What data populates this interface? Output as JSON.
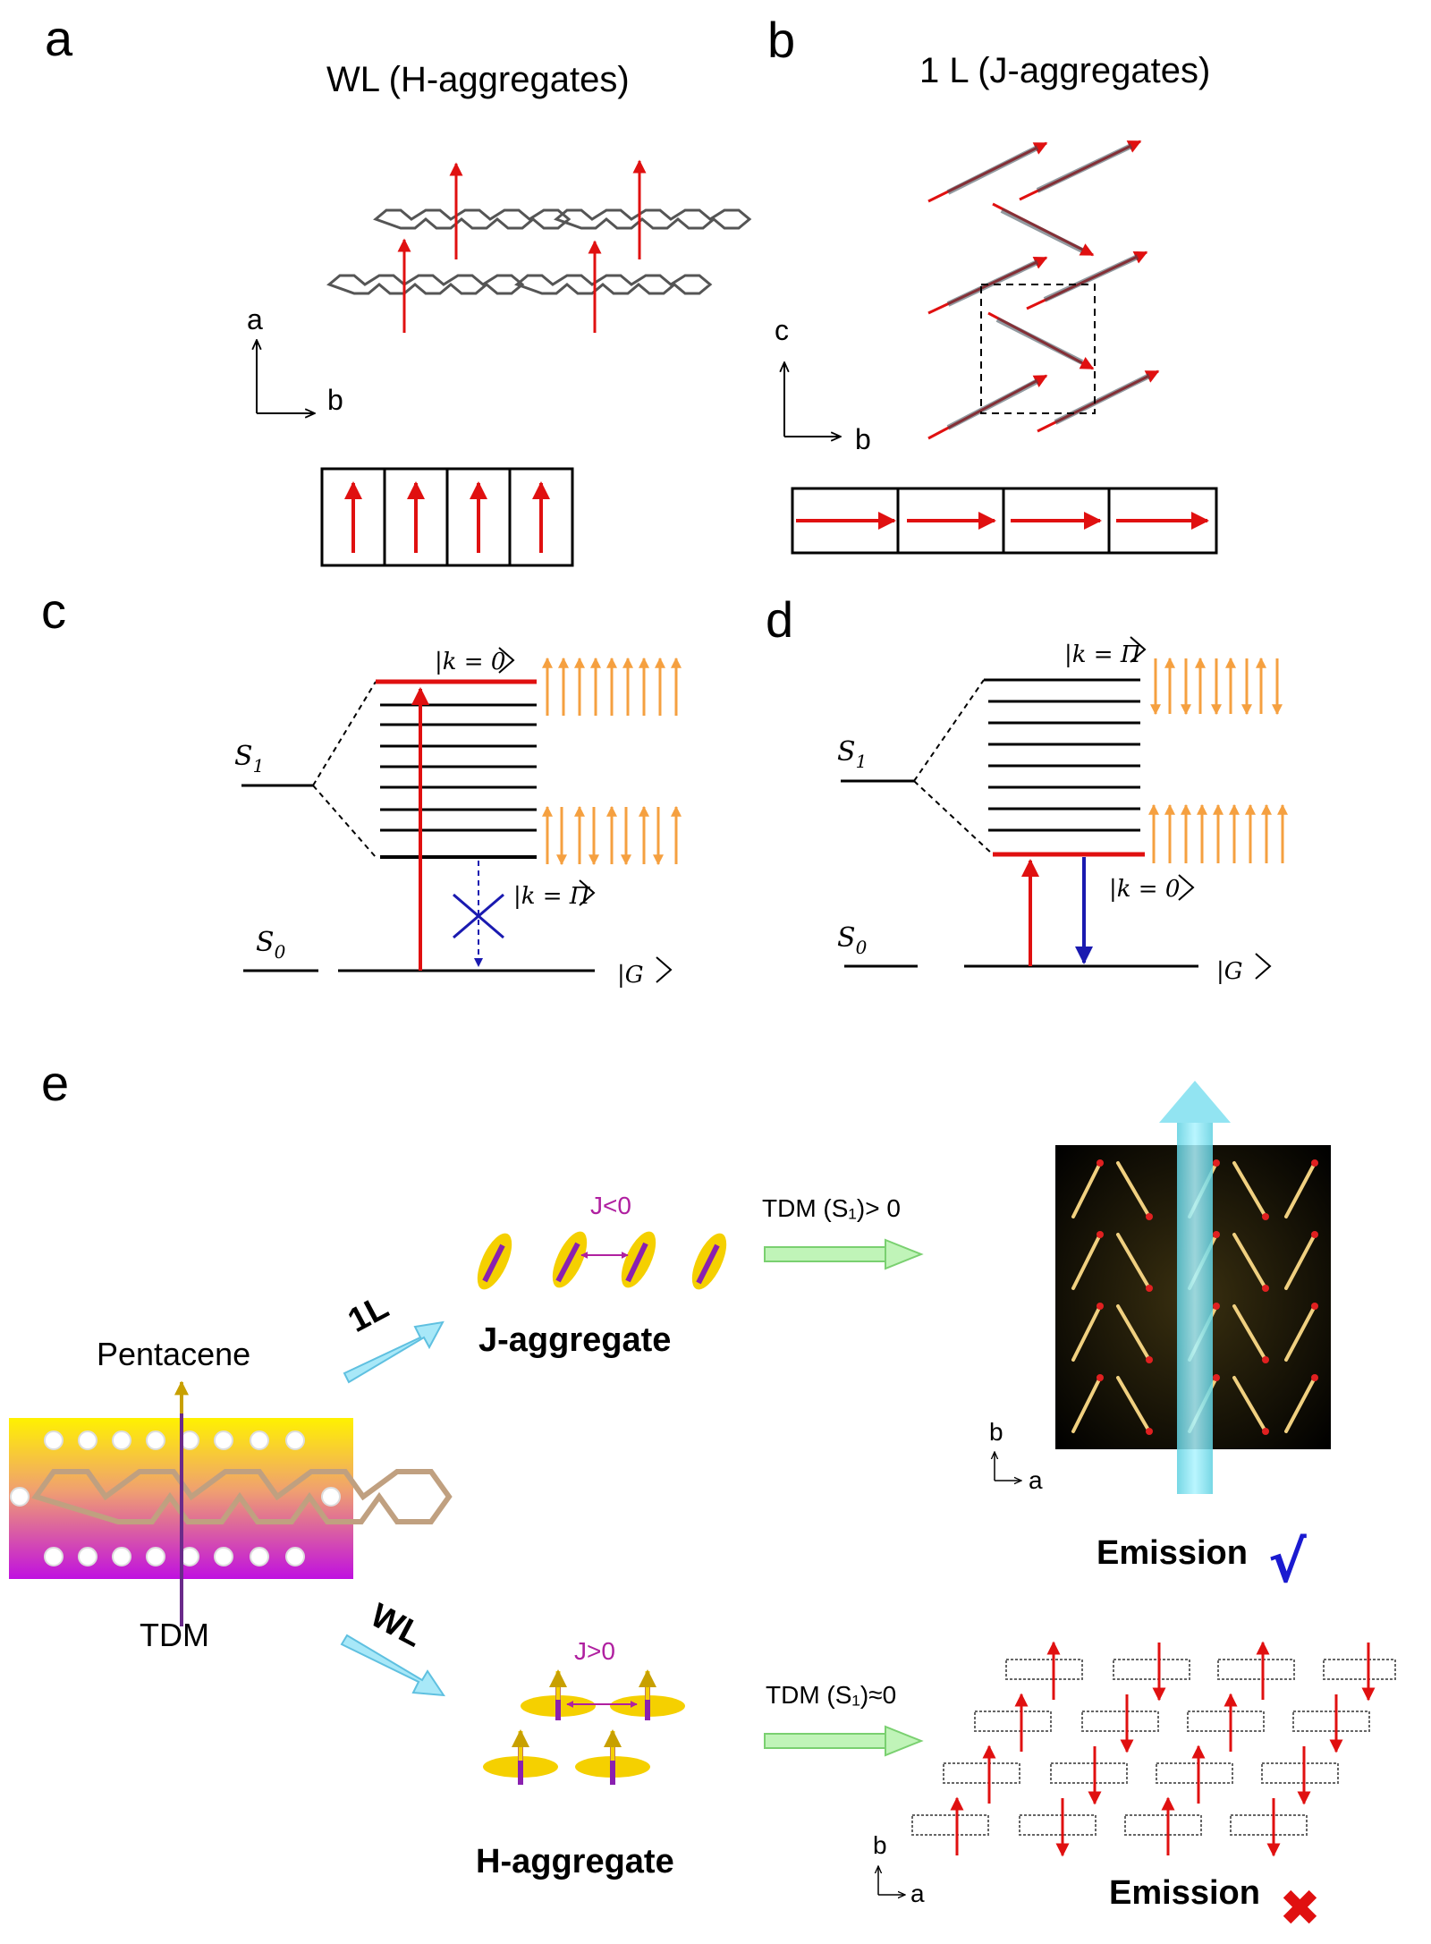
{
  "panels": {
    "a": "a",
    "b": "b",
    "c": "c",
    "d": "d",
    "e": "e"
  },
  "panel_a": {
    "title": "WL (H-aggregates)",
    "axis_v": "a",
    "axis_h": "b"
  },
  "panel_b": {
    "title": "1 L (J-aggregates)",
    "axis_v": "c",
    "axis_h": "b"
  },
  "panel_c": {
    "s1": "S",
    "s1_sub": "1",
    "s0": "S",
    "s0_sub": "0",
    "ket_top": "|k = 0",
    "ket_bottom": "|k = Π",
    "ket_ground": "|G"
  },
  "panel_d": {
    "s1": "S",
    "s1_sub": "1",
    "s0": "S",
    "s0_sub": "0",
    "ket_top": "|k = Π",
    "ket_bottom": "|k = 0",
    "ket_ground": "|G"
  },
  "panel_e": {
    "pentacene": "Pentacene",
    "tdm": "TDM",
    "route_1l": "1L",
    "route_wl": "WL",
    "j_coupling": "J<0",
    "h_coupling": "J>0",
    "j_aggregate": "J-aggregate",
    "h_aggregate": "H-aggregate",
    "tdm_j": "TDM (S₁)> 0",
    "tdm_h": "TDM (S₁)≈0",
    "emission_on": "Emission",
    "emission_off": "Emission",
    "check_mark": "√",
    "cross_mark": "✖",
    "axis_v_top": "b",
    "axis_h_top": "a",
    "axis_v_bottom": "b",
    "axis_h_bottom": "a"
  },
  "colors": {
    "red": "#e01010",
    "orange": "#f5a040",
    "blue": "#1a1ab0",
    "cyan": "#7fe0f0",
    "green": "#a8f0a0",
    "magenta": "#b020a0",
    "yellow": "#f5d000"
  }
}
